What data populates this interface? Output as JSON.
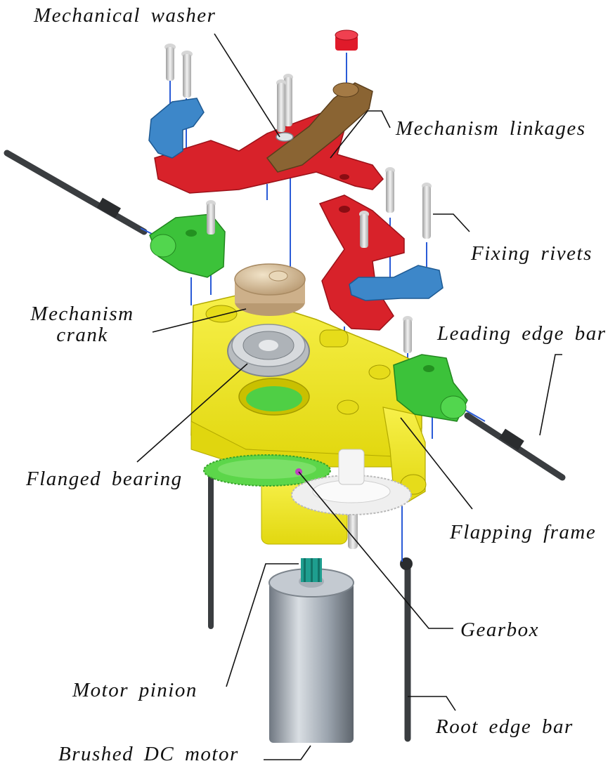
{
  "labels": {
    "mechanical_washer": "Mechanical washer",
    "mechanism_linkages": "Mechanism linkages",
    "fixing_rivets": "Fixing rivets",
    "mechanism_crank_1": "Mechanism",
    "mechanism_crank_2": "crank",
    "leading_edge_bar": "Leading edge bar",
    "flanged_bearing": "Flanged bearing",
    "flapping_frame": "Flapping frame",
    "gearbox": "Gearbox",
    "motor_pinion": "Motor pinion",
    "root_edge_bar": "Root edge bar",
    "brushed_dc_motor": "Brushed DC motor"
  },
  "colors": {
    "frame_yellow": "#f2ea1a",
    "linkage_red": "#d8222a",
    "arm_blue": "#3d87c9",
    "clip_green": "#3cc23a",
    "crank_tan": "#d9c4a3",
    "linkage_bronze": "#8a6433",
    "gear_green": "#5cd64a",
    "gear_white": "#efefef",
    "motor_grey": "#9aa3ad",
    "pinion_teal": "#1e9e8f",
    "rod_dark": "#3a3d40",
    "axis_blue": "#2a5bd7",
    "cap_red": "#e01a2a",
    "rivet_grey": "#c9c9c9"
  }
}
